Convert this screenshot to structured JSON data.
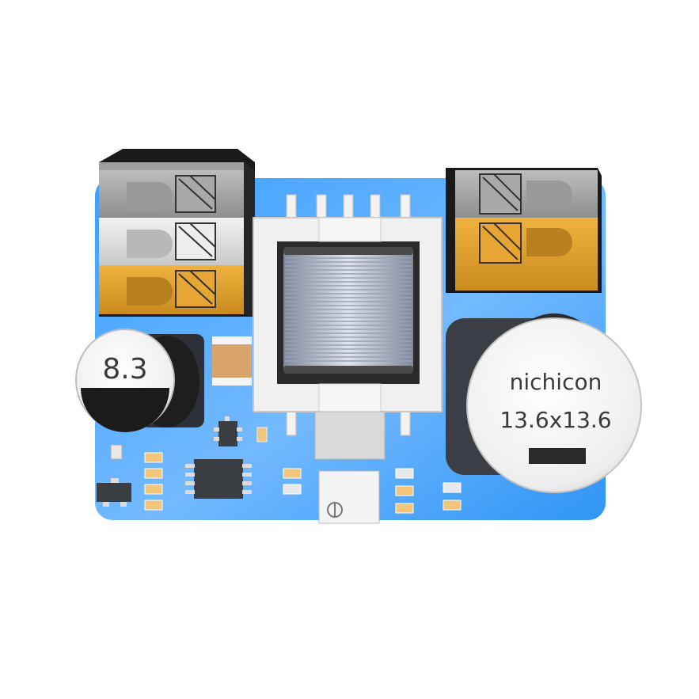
{
  "colors": {
    "pcb": "#2b8ff0",
    "pcb_highlight": "#8cc8ff",
    "terminal_gray": "#b0b0b0",
    "terminal_white": "#e6e6e6",
    "terminal_orange": "#e0a030",
    "inductor_winding": "#a8b0c0",
    "ic_body": "#3a3d42",
    "cap_top": "#f4f4f4"
  },
  "small_capacitor": {
    "label": "8.3"
  },
  "large_capacitor": {
    "brand": "nichicon",
    "size": "13.6x13.6"
  }
}
